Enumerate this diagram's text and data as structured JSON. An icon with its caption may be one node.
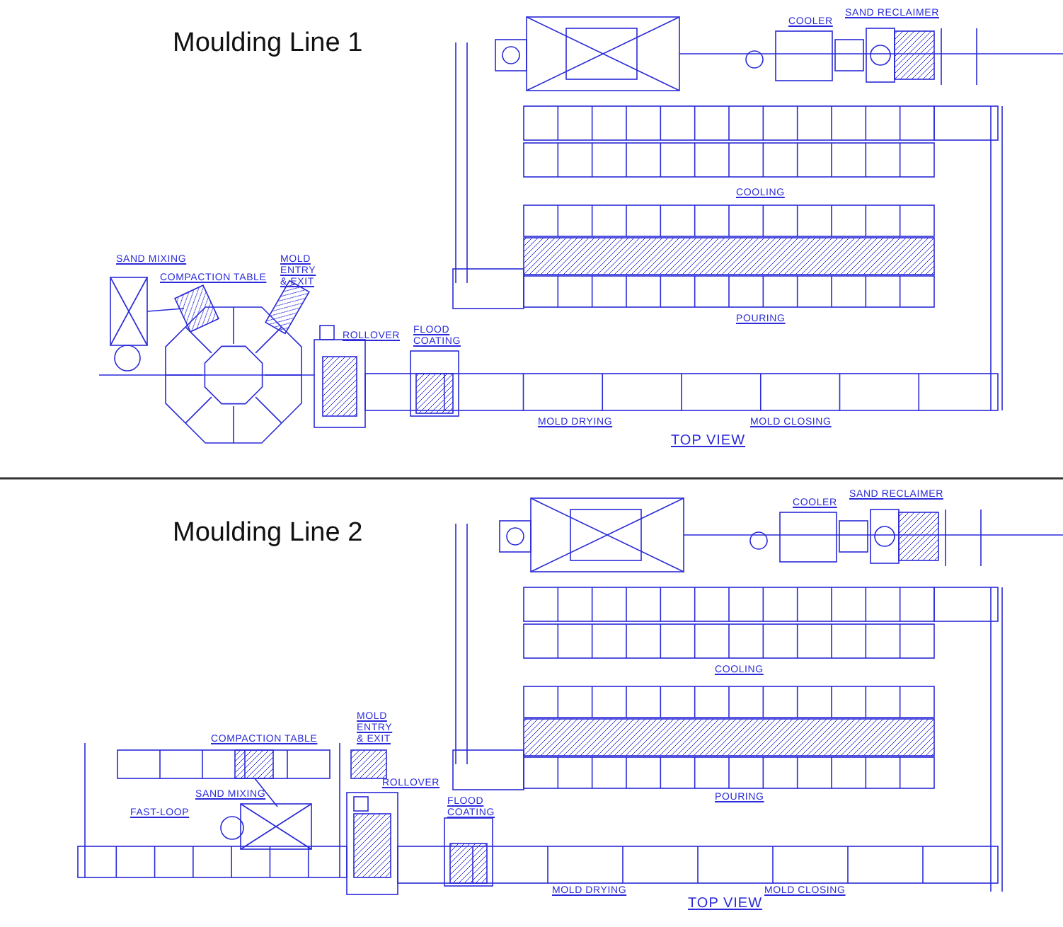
{
  "diagram": {
    "labels": [
      "Moulding Line 1",
      "COOLER",
      "SAND RECLAIMER",
      "COOLING",
      "SAND MIXING",
      "COMPACTION TABLE",
      "MOLD ENTRY & EXIT",
      "POURING",
      "ROLLOVER",
      "FLOOD COATING",
      "MOLD DRYING",
      "MOLD CLOSING",
      "TOP VIEW",
      "Moulding Line 2",
      "COOLER",
      "SAND RECLAIMER",
      "COOLING",
      "MOLD ENTRY & EXIT",
      "COMPACTION TABLE",
      "POURING",
      "SAND MIXING",
      "FAST-LOOP",
      "ROLLOVER",
      "FLOOD COATING",
      "MOLD DRYING",
      "TOP VIEW",
      "MOLD CLOSING"
    ]
  }
}
